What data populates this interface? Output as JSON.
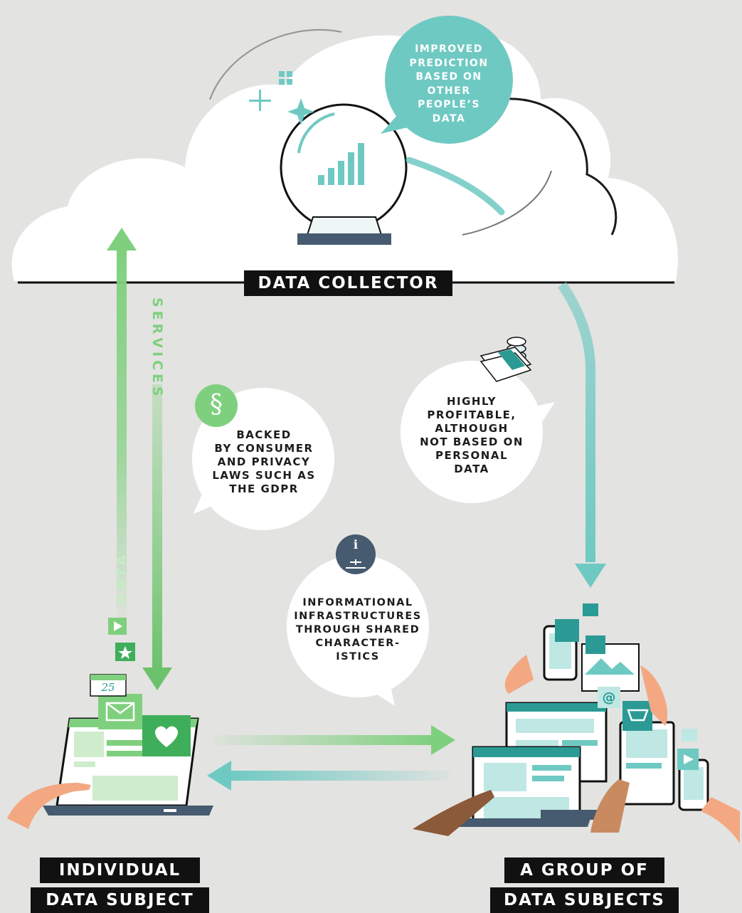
{
  "collector": {
    "label": "DATA COLLECTOR"
  },
  "individual": {
    "line1": "INDIVIDUAL",
    "line2": "DATA SUBJECT"
  },
  "group": {
    "line1": "A GROUP OF",
    "line2": "DATA SUBJECTS"
  },
  "arrows": {
    "services": "SERVICES",
    "data": "DATA"
  },
  "bubbles": {
    "prediction": "IMPROVED\nPREDICTION\nBASED ON\nOTHER\nPEOPLE’S\nDATA",
    "laws": "BACKED\nBY CONSUMER\nAND PRIVACY\nLAWS SUCH AS\nTHE GDPR",
    "profitable": "HIGHLY\nPROFITABLE,\nALTHOUGH\nNOT BASED ON\nPERSONAL\nDATA",
    "infrastructures": "INFORMATIONAL\nINFRASTRUCTURES\nTHROUGH SHARED\nCHARACTER-\nISTICS"
  },
  "icons": {
    "section_symbol": "§",
    "info_symbol": "i",
    "calendar_day": "25",
    "at_symbol": "@"
  },
  "colors": {
    "teal": "#6fc9c3",
    "teal_dark": "#2b9a94",
    "green": "#7fd07e",
    "green_dark": "#3fae5a",
    "navy": "#465a70",
    "black": "#111111"
  }
}
